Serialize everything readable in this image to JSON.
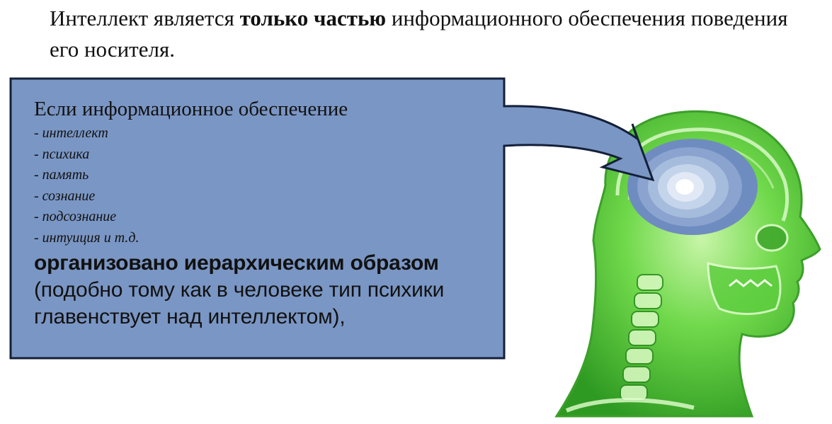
{
  "headline": {
    "before": "Интеллект является ",
    "bold": "только частью",
    "after": " информационного обеспечения поведения его носителя."
  },
  "callout": {
    "lead": "Если информационное обеспечение",
    "items": [
      "интеллект",
      "психика",
      "память",
      "сознание",
      "подсознание",
      "интуиция и т.д."
    ],
    "emphasis": "организовано иерархическим образом",
    "tail": "(подобно тому как в человеке тип психики главенствует над интеллектом),"
  },
  "colors": {
    "callout_fill": "#7a96c4",
    "callout_stroke": "#14203a",
    "head_green": "#52c83a",
    "target_outer": "#6f8cc0",
    "target_inner": "#ffffff"
  },
  "icons": {
    "head": "x-ray-head-illustration",
    "target": "concentric-target-icon"
  }
}
